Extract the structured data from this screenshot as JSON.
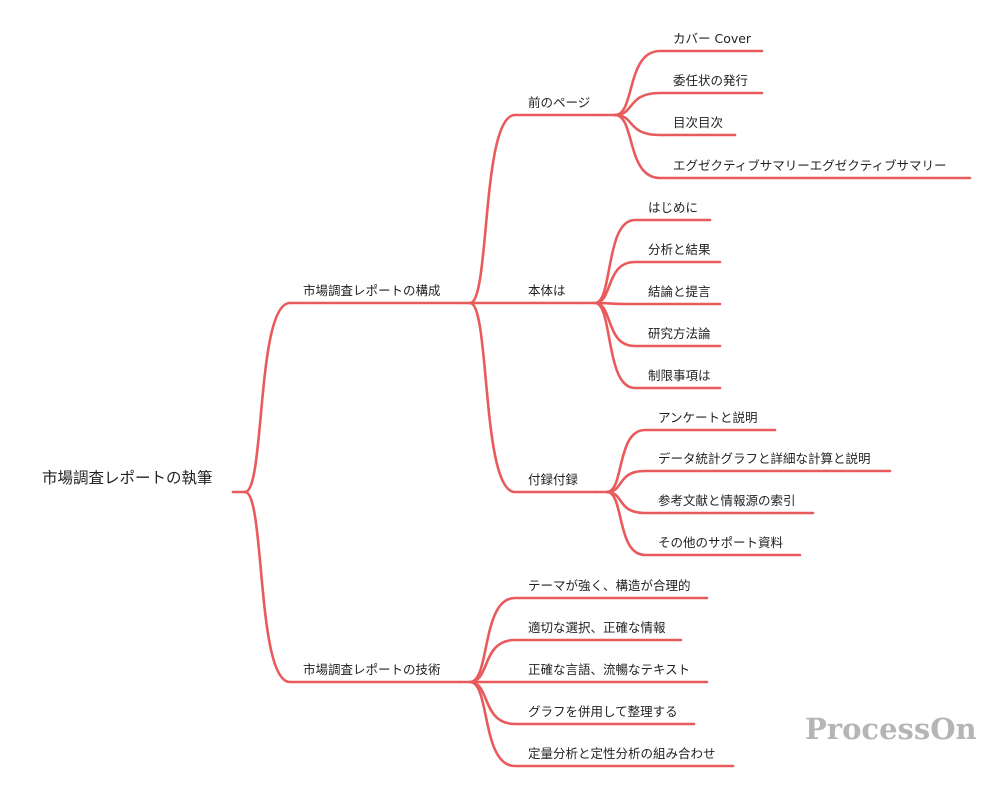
{
  "colors": {
    "line": "#e85a5c",
    "text": "#222222",
    "watermark": "#b5b5b5"
  },
  "watermark": "ProcessOn",
  "root": {
    "label": "市場調査レポートの執筆",
    "children": [
      {
        "label": "市場調査レポートの構成",
        "children": [
          {
            "label": "前のページ",
            "children": [
              {
                "label": "カバー Cover"
              },
              {
                "label": "委任状の発行"
              },
              {
                "label": "目次目次"
              },
              {
                "label": "エグゼクティブサマリーエグゼクティブサマリー"
              }
            ]
          },
          {
            "label": "本体は",
            "children": [
              {
                "label": "はじめに"
              },
              {
                "label": "分析と結果"
              },
              {
                "label": "結論と提言"
              },
              {
                "label": "研究方法論"
              },
              {
                "label": "制限事項は"
              }
            ]
          },
          {
            "label": "付録付録",
            "children": [
              {
                "label": "アンケートと説明"
              },
              {
                "label": "データ統計グラフと詳細な計算と説明"
              },
              {
                "label": "参考文献と情報源の索引"
              },
              {
                "label": "その他のサポート資料"
              }
            ]
          }
        ]
      },
      {
        "label": "市場調査レポートの技術",
        "children": [
          {
            "label": "テーマが強く、構造が合理的"
          },
          {
            "label": "適切な選択、正確な情報"
          },
          {
            "label": "正確な言語、流暢なテキスト"
          },
          {
            "label": "グラフを併用して整理する"
          },
          {
            "label": "定量分析と定性分析の組み合わせ"
          }
        ]
      }
    ]
  }
}
